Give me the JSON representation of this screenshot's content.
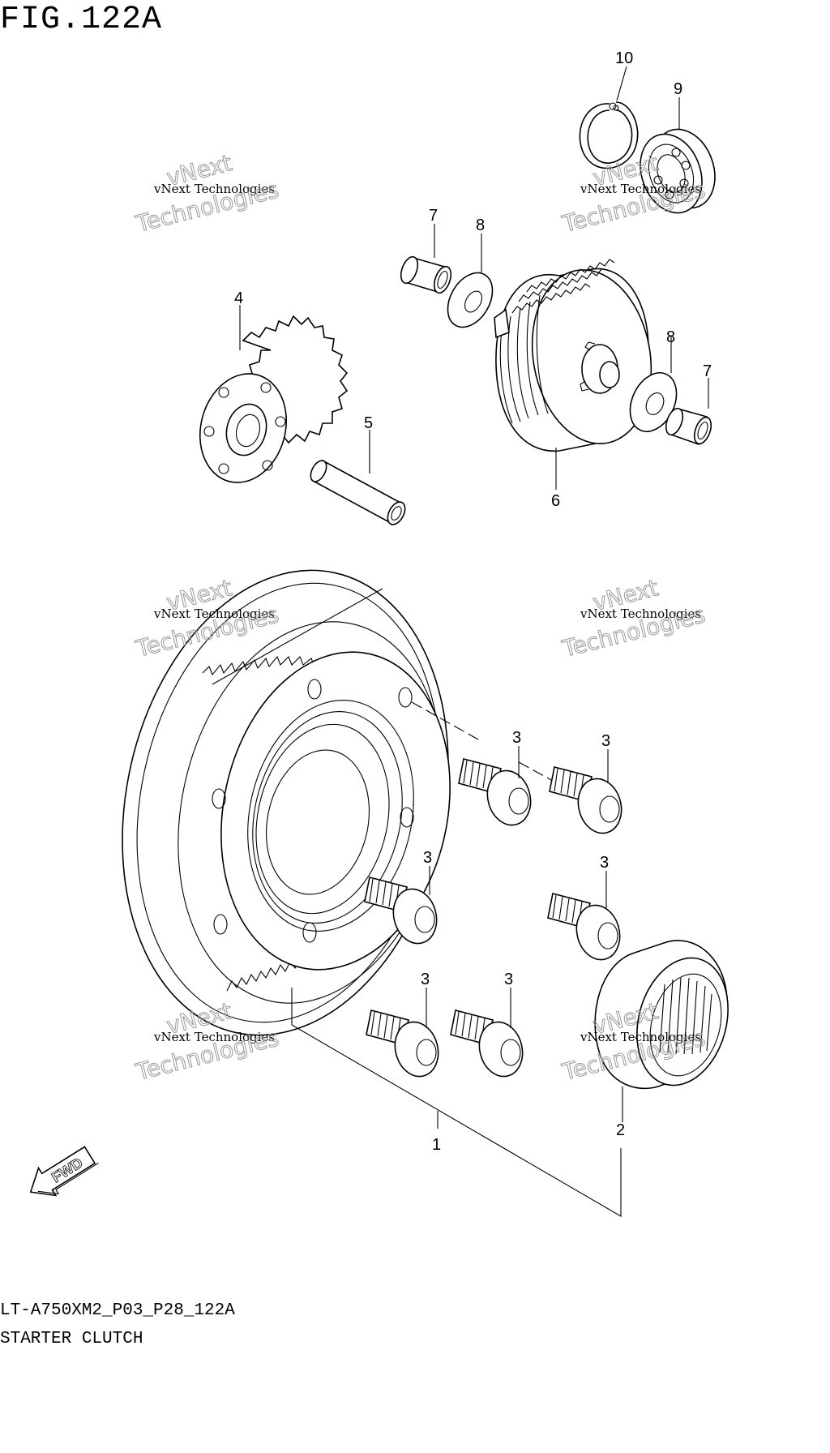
{
  "figure": {
    "title": "FIG.122A",
    "code": "LT-A750XM2_P03_P28_122A",
    "name": "STARTER CLUTCH"
  },
  "callouts": [
    "10",
    "9",
    "7",
    "8",
    "4",
    "5",
    "8",
    "7",
    "6",
    "3",
    "3",
    "3",
    "3",
    "3",
    "3",
    "1",
    "2"
  ],
  "watermark": {
    "line_small": "vNext Technologies",
    "line_big_1": "vNext",
    "line_big_2": "Technologies"
  },
  "direction_badge": "FWD"
}
